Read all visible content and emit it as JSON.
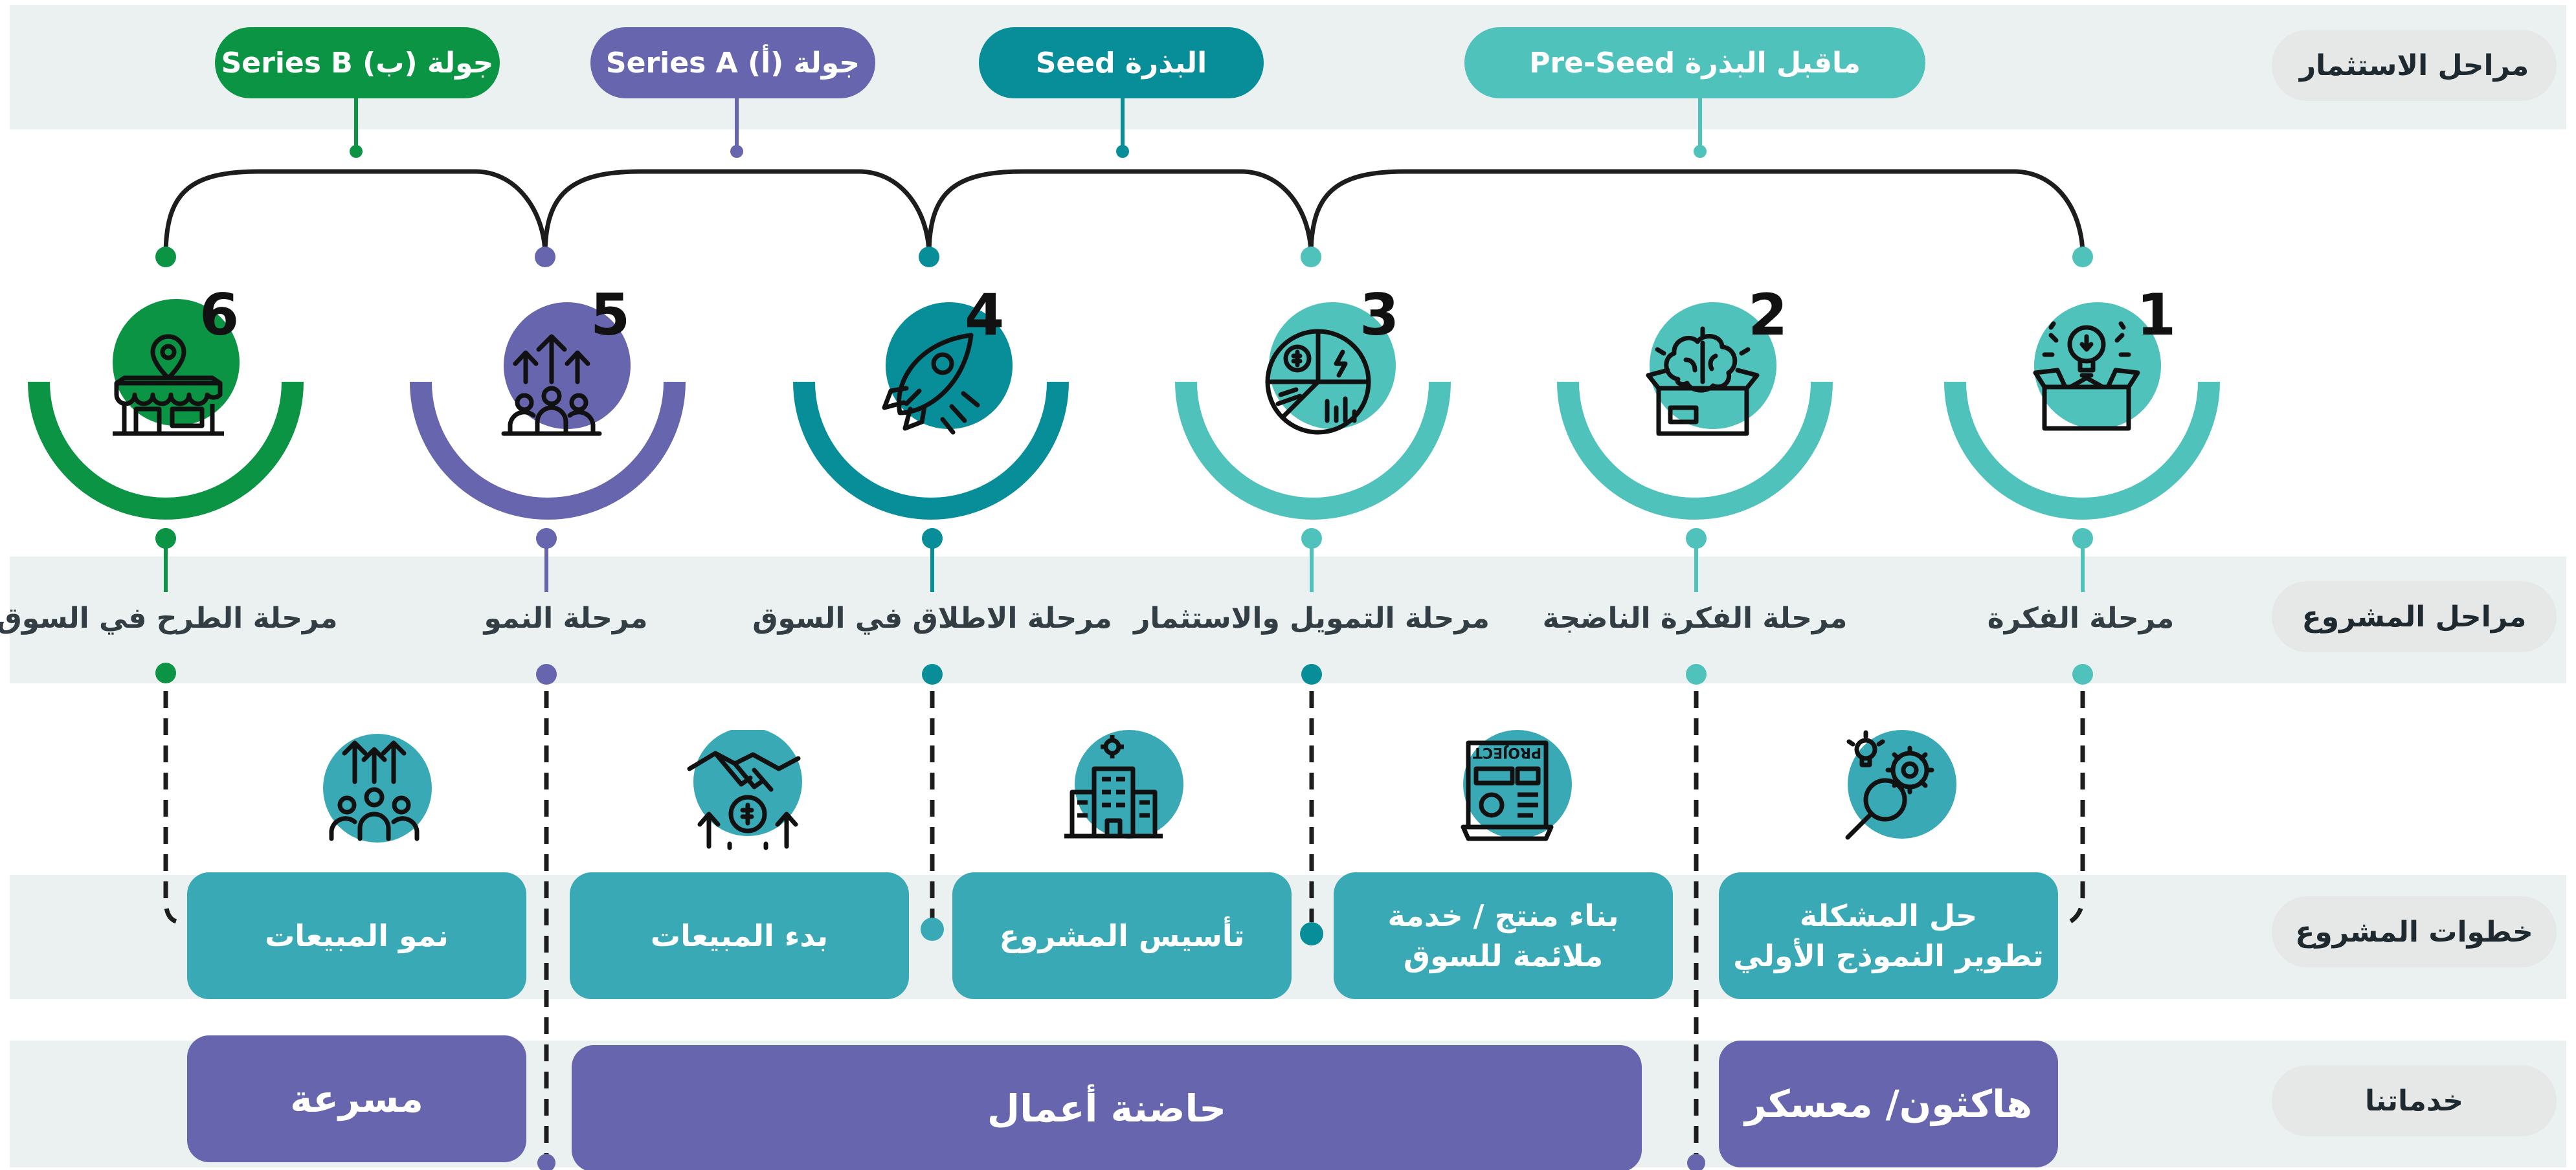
{
  "row_labels": {
    "investment_stages": "مراحل الاستثمار",
    "project_stages": "مراحل المشروع",
    "project_steps": "خطوات المشروع",
    "our_services": "خدماتنا"
  },
  "investment_rounds": [
    {
      "label": "جولة (ب) Series B",
      "color": "#0a9444"
    },
    {
      "label": "جولة (أ) Series A",
      "color": "#6765ad"
    },
    {
      "label": "البذرة  Seed",
      "color": "#078e99"
    },
    {
      "label": "ماقبل البذرة  Pre-Seed",
      "color": "#4fc2bb"
    }
  ],
  "stages": [
    {
      "number": "1",
      "label": "مرحلة الفكرة",
      "color": "#4fc2bb",
      "icon": "idea-box-icon"
    },
    {
      "number": "2",
      "label": "مرحلة الفكرة الناضجة",
      "color": "#4fc2bb",
      "icon": "brain-box-icon"
    },
    {
      "number": "3",
      "label": "مرحلة التمويل والاستثمار",
      "color": "#4fc2bb",
      "icon": "funding-pie-icon"
    },
    {
      "number": "4",
      "label": "مرحلة الاطلاق في السوق",
      "color": "#078e99",
      "icon": "rocket-icon"
    },
    {
      "number": "5",
      "label": "مرحلة النمو",
      "color": "#6765ad",
      "icon": "growth-team-icon"
    },
    {
      "number": "6",
      "label": "مرحلة الطرح في السوق",
      "color": "#0a9444",
      "icon": "market-store-icon"
    }
  ],
  "steps": [
    {
      "line1": "حل المشكلة",
      "line2": "تطوير النموذج الأولي",
      "icon": "problem-solving-icon"
    },
    {
      "line1": "بناء منتج / خدمة",
      "line2": "ملائمة للسوق",
      "icon": "project-build-icon"
    },
    {
      "line1": "تأسيس المشروع",
      "line2": "",
      "icon": "company-building-icon"
    },
    {
      "line1": "بدء المبيعات",
      "line2": "",
      "icon": "handshake-sales-icon"
    },
    {
      "line1": "نمو المبيعات",
      "line2": "",
      "icon": "sales-growth-icon"
    }
  ],
  "services": [
    {
      "label": "هاكثون/ معسكر"
    },
    {
      "label": "حاضنة أعمال"
    },
    {
      "label": "مسرعة"
    }
  ]
}
